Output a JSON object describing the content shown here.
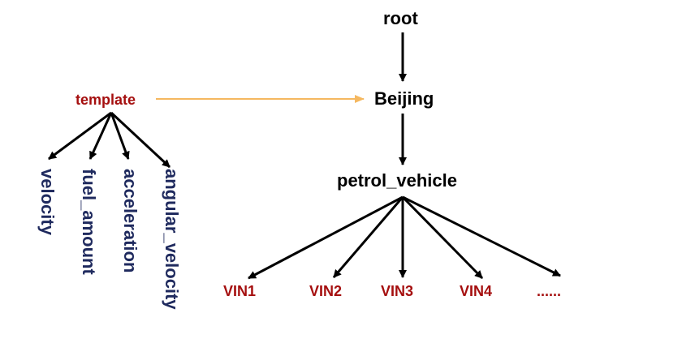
{
  "tree": {
    "root_label": "root",
    "city_label": "Beijing",
    "category_label": "petrol_vehicle",
    "vins": [
      "VIN1",
      "VIN2",
      "VIN3",
      "VIN4",
      "......"
    ]
  },
  "template": {
    "label": "template",
    "fields": [
      "velocity",
      "fuel_amount",
      "acceleration",
      "angular_velocity"
    ]
  },
  "colors": {
    "node_black": "#000000",
    "node_red": "#a50f0f",
    "field_navy": "#1f2a5e",
    "arrow_black": "#000000",
    "template_arrow": "#f5b860"
  }
}
